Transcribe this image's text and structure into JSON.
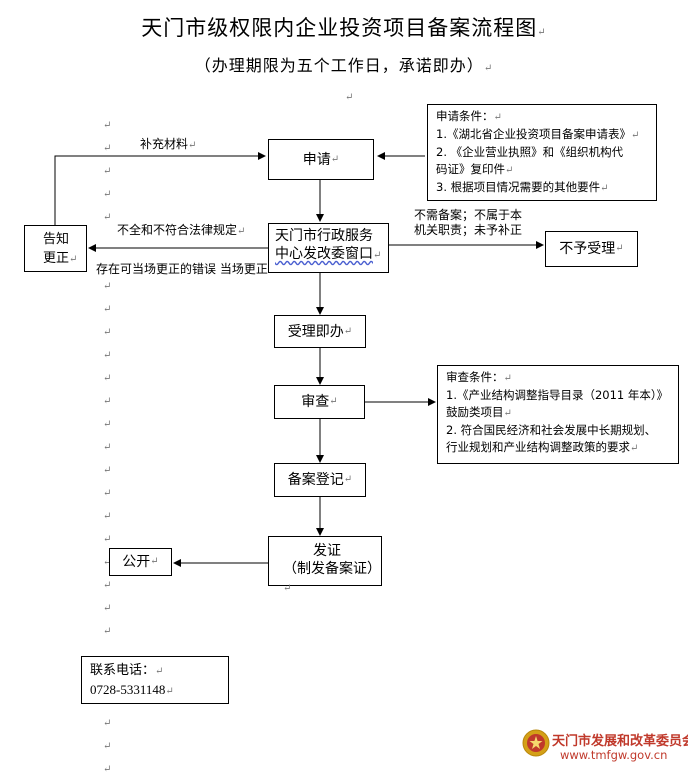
{
  "title": "天门市级权限内企业投资项目备案流程图",
  "subtitle": "（办理期限为五个工作日，承诺即办）",
  "paragraph_mark": "↵",
  "nodes": {
    "apply": "申请",
    "window_line1": "天门市行政服务",
    "window_line2": "中心发改委窗口",
    "inform_line1": "告知",
    "inform_line2": "更正",
    "not_accept": "不予受理",
    "accept": "受理即办",
    "review": "审查",
    "register": "备案登记",
    "issue_line1": "发证",
    "issue_line2": "（制发备案证）",
    "publish": "公开"
  },
  "conditions": {
    "title": "申请条件：",
    "item1": "1.《湖北省企业投资项目备案申请表》",
    "item2a": "2.  《企业营业执照》和《组织机构代",
    "item2b": "码证》复印件",
    "item3": "3. 根据项目情况需要的其他要件"
  },
  "review_conditions": {
    "title": "审查条件：",
    "item1a": "1.《产业结构调整指导目录（2011 年本）》",
    "item1b": "鼓励类项目",
    "item2a": "2. 符合国民经济和社会发展中长期规划、",
    "item2b": "行业规划和产业结构调整政策的要求"
  },
  "labels": {
    "supplement": "补充材料",
    "incomplete": "不全和不符合法律规定",
    "correctable": "存在可当场更正的错误 当场更正",
    "no_need_line1": "不需备案；不属于本",
    "no_need_line2": "机关职责；未予补正"
  },
  "contact": {
    "label": "联系电话：",
    "phone": "0728-5331148"
  },
  "watermark": {
    "org": "天门市发展和改革委员会",
    "url": "www.tmfgw.gov.cn",
    "org_color": "#c0392b",
    "url_color": "#c0392b",
    "emblem_color": "#d4a017"
  }
}
